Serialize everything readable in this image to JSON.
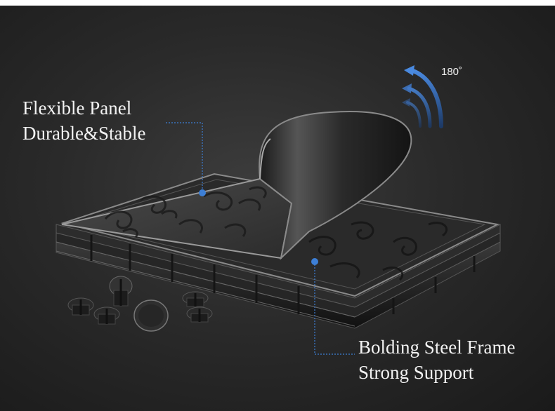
{
  "captions": {
    "panel": {
      "line1": "Flexible Panel",
      "line2": "Durable&Stable"
    },
    "frame": {
      "line1": "Bolding Steel Frame",
      "line2": "Strong Support"
    }
  },
  "rotation_label": "180˚",
  "colors": {
    "callout_blue": "#3d7fd6",
    "caption_text": "#f2f2f2",
    "arrow_blue": "#4a8ae0"
  }
}
